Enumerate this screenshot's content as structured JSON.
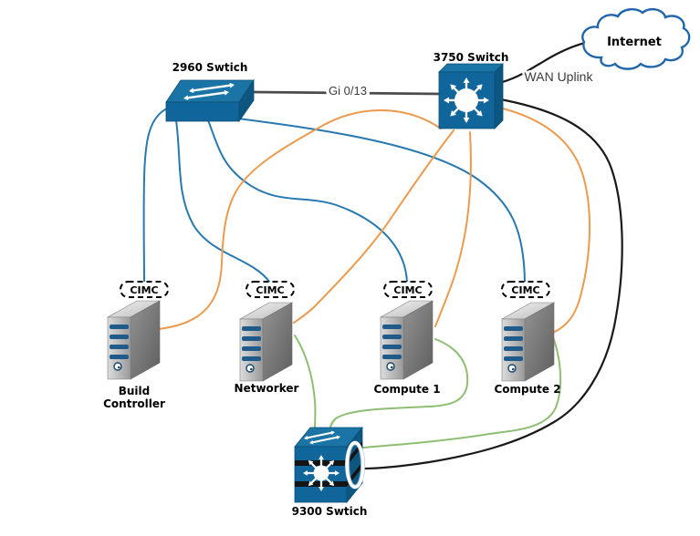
{
  "diagram": {
    "nodes": {
      "switch_2960": {
        "label": "2960 Swtich",
        "type": "workgroup-switch"
      },
      "switch_3750": {
        "label": "3750 Switch",
        "type": "multilayer-switch"
      },
      "switch_9300": {
        "label": "9300 Swtich",
        "type": "stacked-switch"
      },
      "internet": {
        "label": "Internet",
        "type": "cloud"
      },
      "build_controller": {
        "label_line_1": "Build",
        "label_line_2": "Controller",
        "cimc": "CIMC",
        "type": "server"
      },
      "networker": {
        "label": "Networker",
        "cimc": "CIMC",
        "type": "server"
      },
      "compute_1": {
        "label": "Compute 1",
        "cimc": "CIMC",
        "type": "server"
      },
      "compute_2": {
        "label": "Compute 2",
        "cimc": "CIMC",
        "type": "server"
      }
    },
    "edge_labels": {
      "uplink_port": "Gi 0/13",
      "wan": "WAN Uplink"
    },
    "edges": [
      {
        "from": "switch_2960",
        "to": "switch_3750",
        "color": "gray",
        "label": "Gi 0/13"
      },
      {
        "from": "switch_3750",
        "to": "internet",
        "color": "black",
        "label": "WAN Uplink"
      },
      {
        "from": "switch_3750",
        "to": "switch_9300",
        "color": "black"
      },
      {
        "from": "switch_2960",
        "to": "build_controller",
        "port": "CIMC",
        "color": "blue"
      },
      {
        "from": "switch_2960",
        "to": "networker",
        "port": "CIMC",
        "color": "blue"
      },
      {
        "from": "switch_2960",
        "to": "compute_1",
        "port": "CIMC",
        "color": "blue"
      },
      {
        "from": "switch_2960",
        "to": "compute_2",
        "port": "CIMC",
        "color": "blue"
      },
      {
        "from": "switch_3750",
        "to": "build_controller",
        "color": "orange"
      },
      {
        "from": "switch_3750",
        "to": "networker",
        "color": "orange"
      },
      {
        "from": "switch_3750",
        "to": "compute_1",
        "color": "orange"
      },
      {
        "from": "switch_3750",
        "to": "compute_2",
        "color": "orange"
      },
      {
        "from": "networker",
        "to": "switch_9300",
        "color": "green"
      },
      {
        "from": "compute_1",
        "to": "switch_9300",
        "color": "green"
      },
      {
        "from": "compute_2",
        "to": "switch_9300",
        "color": "green"
      }
    ],
    "colors": {
      "blue_line": "#2779b0",
      "orange_line": "#eb9a4e",
      "green_line": "#8dbe72",
      "black_line": "#191919",
      "gray_line": "#4c4c4c",
      "switch_fill": "#10659a",
      "cloud_outline": "#2166ab"
    }
  }
}
